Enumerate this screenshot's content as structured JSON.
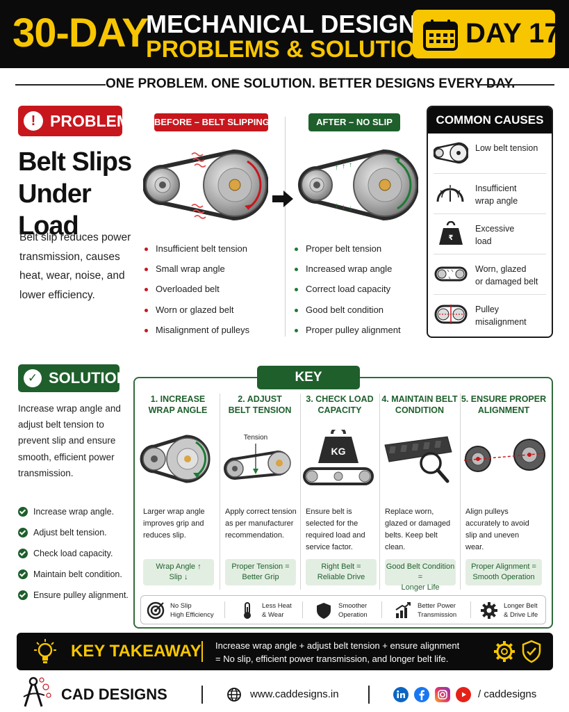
{
  "header": {
    "big": "30-DAY",
    "title_line1": "MECHANICAL DESIGN",
    "title_line2": "PROBLEMS & SOLUTIONS",
    "day_label": "DAY 17",
    "day_icon": "calendar-icon"
  },
  "tagline": "ONE PROBLEM. ONE SOLUTION. BETTER DESIGNS EVERY DAY.",
  "problem": {
    "badge": "PROBLEM",
    "title_line1": "Belt Slips",
    "title_line2": "Under Load",
    "description": "Belt slip reduces power transmission, causes heat, wear, noise, and lower efficiency.",
    "before_tag": "BEFORE – BELT SLIPPING",
    "after_tag": "AFTER – NO SLIP",
    "before_items": [
      "Insufficient belt tension",
      "Small wrap angle",
      "Overloaded belt",
      "Worn or glazed belt",
      "Misalignment of pulleys"
    ],
    "after_items": [
      "Proper belt tension",
      "Increased wrap angle",
      "Correct load capacity",
      "Good belt condition",
      "Proper pulley alignment"
    ]
  },
  "causes": {
    "title": "COMMON CAUSES",
    "items": [
      {
        "line1": "Low belt tension",
        "line2": "",
        "icon": "low-tension-icon"
      },
      {
        "line1": "Insufficient",
        "line2": "wrap angle",
        "icon": "wrap-angle-icon"
      },
      {
        "line1": "Excessive",
        "line2": "load",
        "icon": "weight-icon"
      },
      {
        "line1": "Worn, glazed",
        "line2": "or damaged belt",
        "icon": "worn-belt-icon"
      },
      {
        "line1": "Pulley",
        "line2": "misalignment",
        "icon": "misalignment-icon"
      }
    ]
  },
  "solution": {
    "badge": "SOLUTION",
    "description": "Increase wrap angle and adjust belt tension to prevent slip and ensure smooth, efficient power transmission.",
    "items": [
      "Increase wrap angle.",
      "Adjust belt tension.",
      "Check load capacity.",
      "Maintain belt condition.",
      "Ensure pulley alignment."
    ]
  },
  "key_solutions": {
    "title": "KEY SOLUTIONS",
    "tension_label": "Tension",
    "kg_label": "KG",
    "columns": [
      {
        "h1": "1. INCREASE",
        "h2": "WRAP ANGLE",
        "desc": "Larger wrap angle improves grip and reduces slip.",
        "box1": "Wrap Angle ↑",
        "box2": "Slip ↓"
      },
      {
        "h1": "2. ADJUST",
        "h2": "BELT TENSION",
        "desc": "Apply correct tension as per manufacturer recommendation.",
        "box1": "Proper Tension =",
        "box2": "Better Grip"
      },
      {
        "h1": "3. CHECK LOAD",
        "h2": "CAPACITY",
        "desc": "Ensure belt is selected for the required load and service factor.",
        "box1": "Right Belt =",
        "box2": "Reliable Drive"
      },
      {
        "h1": "4. MAINTAIN BELT",
        "h2": "CONDITION",
        "desc": "Replace worn, glazed or damaged belts. Keep belt clean.",
        "box1": "Good Belt Condition =",
        "box2": "Longer Life"
      },
      {
        "h1": "5. ENSURE PROPER",
        "h2": "ALIGNMENT",
        "desc": "Align pulleys accurately to avoid slip and uneven wear.",
        "box1": "Proper Alignment =",
        "box2": "Smooth Operation"
      }
    ],
    "benefits": [
      {
        "line1": "No Slip",
        "line2": "High Efficiency",
        "icon": "target-icon"
      },
      {
        "line1": "Less Heat",
        "line2": "& Wear",
        "icon": "thermometer-icon"
      },
      {
        "line1": "Smoother",
        "line2": "Operation",
        "icon": "shield-icon"
      },
      {
        "line1": "Better Power",
        "line2": "Transmission",
        "icon": "growth-chart-icon"
      },
      {
        "line1": "Longer Belt",
        "line2": "& Drive Life",
        "icon": "gear-icon"
      }
    ]
  },
  "takeaway": {
    "label": "KEY TAKEAWAY",
    "line1": "Increase wrap angle + adjust belt tension + ensure alignment",
    "line2": "= No slip, efficient power transmission, and longer belt life."
  },
  "footer": {
    "brand": "CAD DESIGNS",
    "website": "www.caddesigns.in",
    "handle": "/ caddesigns"
  },
  "colors": {
    "accent": "#f7c600",
    "problem": "#c8161d",
    "solution": "#1e5f2c",
    "dark": "#0b0b0b"
  }
}
